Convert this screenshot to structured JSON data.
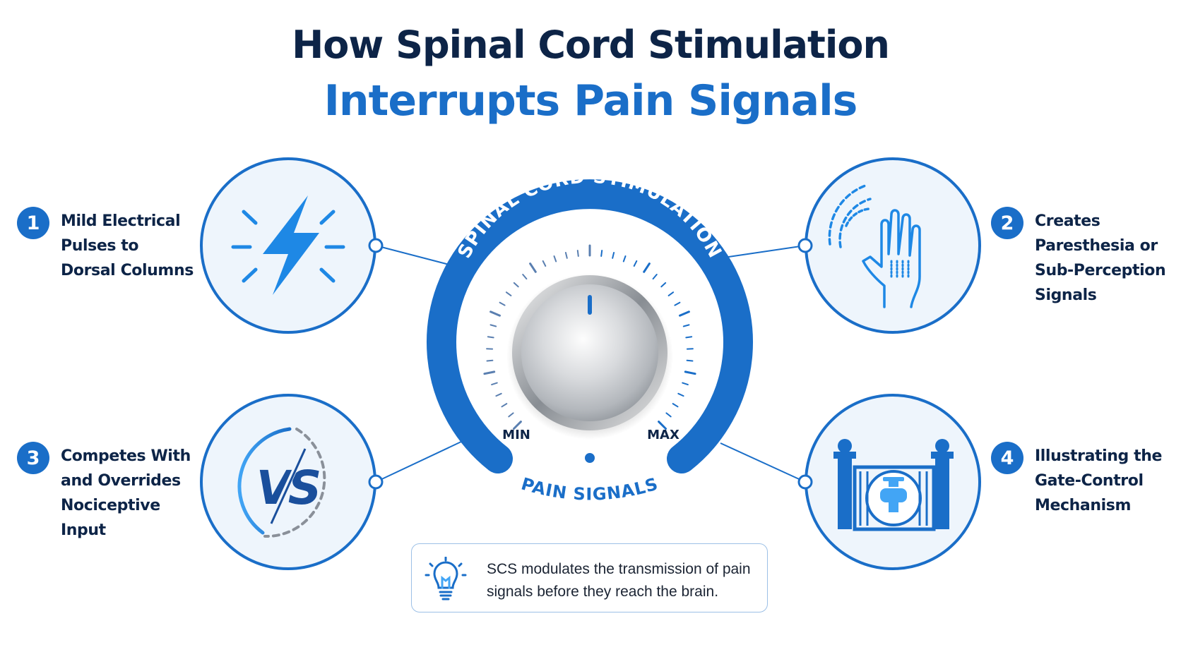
{
  "title": {
    "line1": "How Spinal Cord Stimulation",
    "line2": "Interrupts Pain Signals"
  },
  "dial": {
    "arc_label": "SPINAL CORD STIMULATION",
    "min_label": "MIN",
    "max_label": "MAX",
    "bottom_label": "PAIN SIGNALS"
  },
  "steps": [
    {
      "number": "1",
      "text": "Mild Electrical\nPulses to\nDorsal Columns",
      "icon": "lightning-bolt-icon"
    },
    {
      "number": "2",
      "text": "Creates\nParesthesia or\nSub-Perception\nSignals",
      "icon": "hand-tingling-icon"
    },
    {
      "number": "3",
      "text": "Competes With\nand Overrides\nNociceptive\nInput",
      "icon": "versus-icon"
    },
    {
      "number": "4",
      "text": "Illustrating the\nGate-Control\nMechanism",
      "icon": "gate-icon"
    }
  ],
  "vs_text": "VS",
  "note": {
    "icon": "lightbulb-icon",
    "text": "SCS modulates the transmission of pain signals before they reach the brain."
  },
  "colors": {
    "navy": "#0d2447",
    "accent_blue": "#1a6ec8",
    "circle_fill": "#eef5fc",
    "light_blue": "#42a5f5"
  }
}
